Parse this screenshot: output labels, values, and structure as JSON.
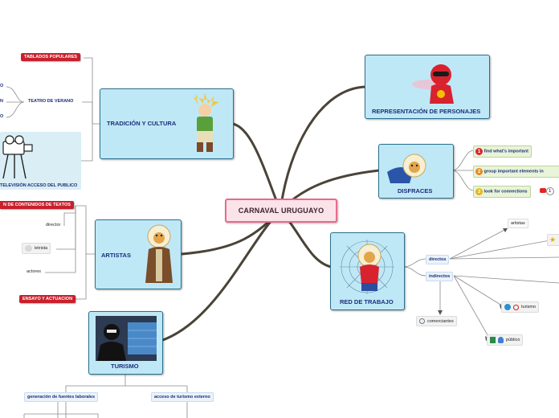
{
  "central": "CARNAVAL URUGUAYO",
  "right": {
    "representacion": "REPRESENTACIÓN DE PERSONAJES",
    "disfraces": {
      "label": "DISFRACES",
      "items": [
        {
          "num": "1",
          "text": "find what's important",
          "color": "#d8262f"
        },
        {
          "num": "2",
          "text": "group important elements in",
          "color": "#e88a1c"
        },
        {
          "num": "3",
          "text": "look for connections",
          "color": "#e7b512",
          "badge": "1"
        }
      ]
    },
    "red": {
      "label": "RED DE TRABAJO",
      "directos": "directos",
      "indirectos": "indirectos",
      "artistas": "artistas",
      "turismo": "turismo",
      "publico": "público",
      "comerciantes": "comerciantes"
    }
  },
  "left": {
    "tradicion": {
      "label": "TRADICIÓN Y CULTURA",
      "tablados": "TABLADOS POPULARES",
      "teatro": "TEATRO DE VERANO",
      "edge1": "O",
      "edge2": "N",
      "edge3": "O",
      "television": "TELEVISIÓN ACCESO DEL PUBLICO"
    },
    "artistas": {
      "label": "ARTISTAS",
      "contenidos": "N DE CONTENIDOS DE TEXTOS",
      "director": "director",
      "letrista": "letrista",
      "actores": "actores",
      "ensayo": "ENSAYO Y ACTUACION"
    },
    "turismo": {
      "label": "TURISMO",
      "generacion": "generación de fuentes laborales",
      "acceso": "acceso de turismo externo"
    }
  },
  "colors": {
    "branch": "#4a4438",
    "topic": "#bfe8f7",
    "central_border": "#e96a8c",
    "tag": "#c8202d"
  }
}
